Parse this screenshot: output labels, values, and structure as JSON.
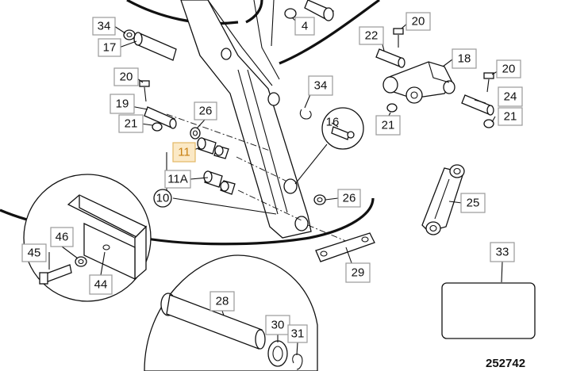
{
  "callouts": [
    {
      "id": "34a",
      "text": "34"
    },
    {
      "id": "17",
      "text": "17"
    },
    {
      "id": "4",
      "text": "4"
    },
    {
      "id": "20a",
      "text": "20"
    },
    {
      "id": "22",
      "text": "22"
    },
    {
      "id": "18",
      "text": "18"
    },
    {
      "id": "20b",
      "text": "20"
    },
    {
      "id": "20c",
      "text": "20"
    },
    {
      "id": "19",
      "text": "19"
    },
    {
      "id": "21a",
      "text": "21"
    },
    {
      "id": "26a",
      "text": "26"
    },
    {
      "id": "34b",
      "text": "34"
    },
    {
      "id": "16",
      "text": "16"
    },
    {
      "id": "24",
      "text": "24"
    },
    {
      "id": "21b",
      "text": "21"
    },
    {
      "id": "21c",
      "text": "21"
    },
    {
      "id": "11",
      "text": "11"
    },
    {
      "id": "11A",
      "text": "11A"
    },
    {
      "id": "10",
      "text": "10"
    },
    {
      "id": "26b",
      "text": "26"
    },
    {
      "id": "25",
      "text": "25"
    },
    {
      "id": "46",
      "text": "46"
    },
    {
      "id": "45",
      "text": "45"
    },
    {
      "id": "44",
      "text": "44"
    },
    {
      "id": "29",
      "text": "29"
    },
    {
      "id": "33",
      "text": "33"
    },
    {
      "id": "28",
      "text": "28"
    },
    {
      "id": "30",
      "text": "30"
    },
    {
      "id": "31",
      "text": "31"
    }
  ],
  "reference_number": "252742",
  "highlight_color": "#fbe9c6",
  "highlight_text_color": "#c77f10"
}
